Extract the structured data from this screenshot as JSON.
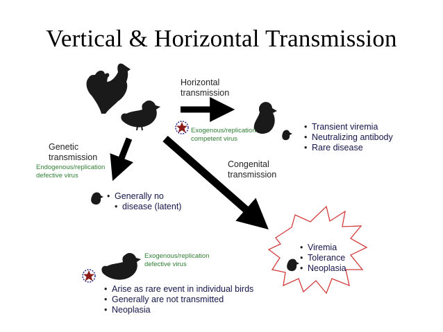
{
  "title": "Vertical & Horizontal Transmission",
  "labels": {
    "horizontal": [
      "Horizontal",
      "transmission"
    ],
    "exo_competent": [
      "Exogenous/replication",
      "competent virus"
    ],
    "horizontal_outcomes": [
      "Transient viremia",
      "Neutralizing antibody",
      "Rare disease"
    ],
    "genetic": [
      "Genetic",
      "transmission"
    ],
    "endo_defective": [
      "Endogenous/replication",
      "defective virus"
    ],
    "genetic_outcome": [
      "Generally no",
      "disease (latent)"
    ],
    "congenital": [
      "Congenital",
      "transmission"
    ],
    "congenital_outcomes": [
      "Viremia",
      "Tolerance",
      "Neoplasia"
    ],
    "exo_defective": [
      "Exogenous/replication",
      "defective virus"
    ],
    "defective_outcomes": [
      "Arise as rare event in individual birds",
      "Generally are not transmitted",
      "Neoplasia"
    ]
  },
  "colors": {
    "arrow": "#000000",
    "silhouette": "#1a1a1a",
    "virus_star": "#8b1a1a",
    "virus_ring": "#2b2b8c",
    "burst_outline": "#d23b3b",
    "green_text": "#2e7d32"
  },
  "icons": [
    "rooster-silhouette",
    "hen-silhouette",
    "chick-silhouette",
    "virus-icon",
    "burst-shape",
    "arrow"
  ]
}
